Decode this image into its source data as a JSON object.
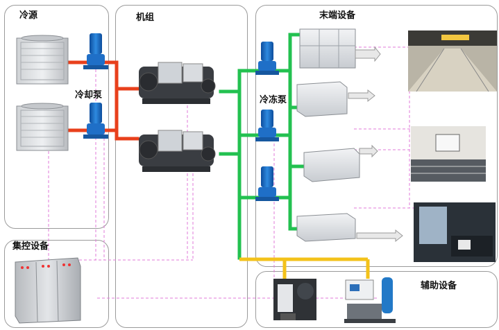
{
  "sections": {
    "cold_source": {
      "label": "冷源"
    },
    "unit": {
      "label": "机组"
    },
    "terminal": {
      "label": "末端设备"
    },
    "central_control": {
      "label": "集控设备"
    },
    "auxiliary": {
      "label": "辅助设备"
    }
  },
  "pumps": {
    "cooling_pump": {
      "label": "冷却泵"
    },
    "chilled_pump": {
      "label": "冷冻泵"
    }
  },
  "pipe_colors": {
    "cooling_water": "#e8401c",
    "chilled_water": "#23c150",
    "auxiliary_water": "#f3c21a",
    "control_signal": "#e07ad8"
  },
  "equipment_colors": {
    "pump_blue": "#1f6fc7",
    "chiller_dark": "#3a3d42",
    "unit_panel": "#d9dce0"
  }
}
